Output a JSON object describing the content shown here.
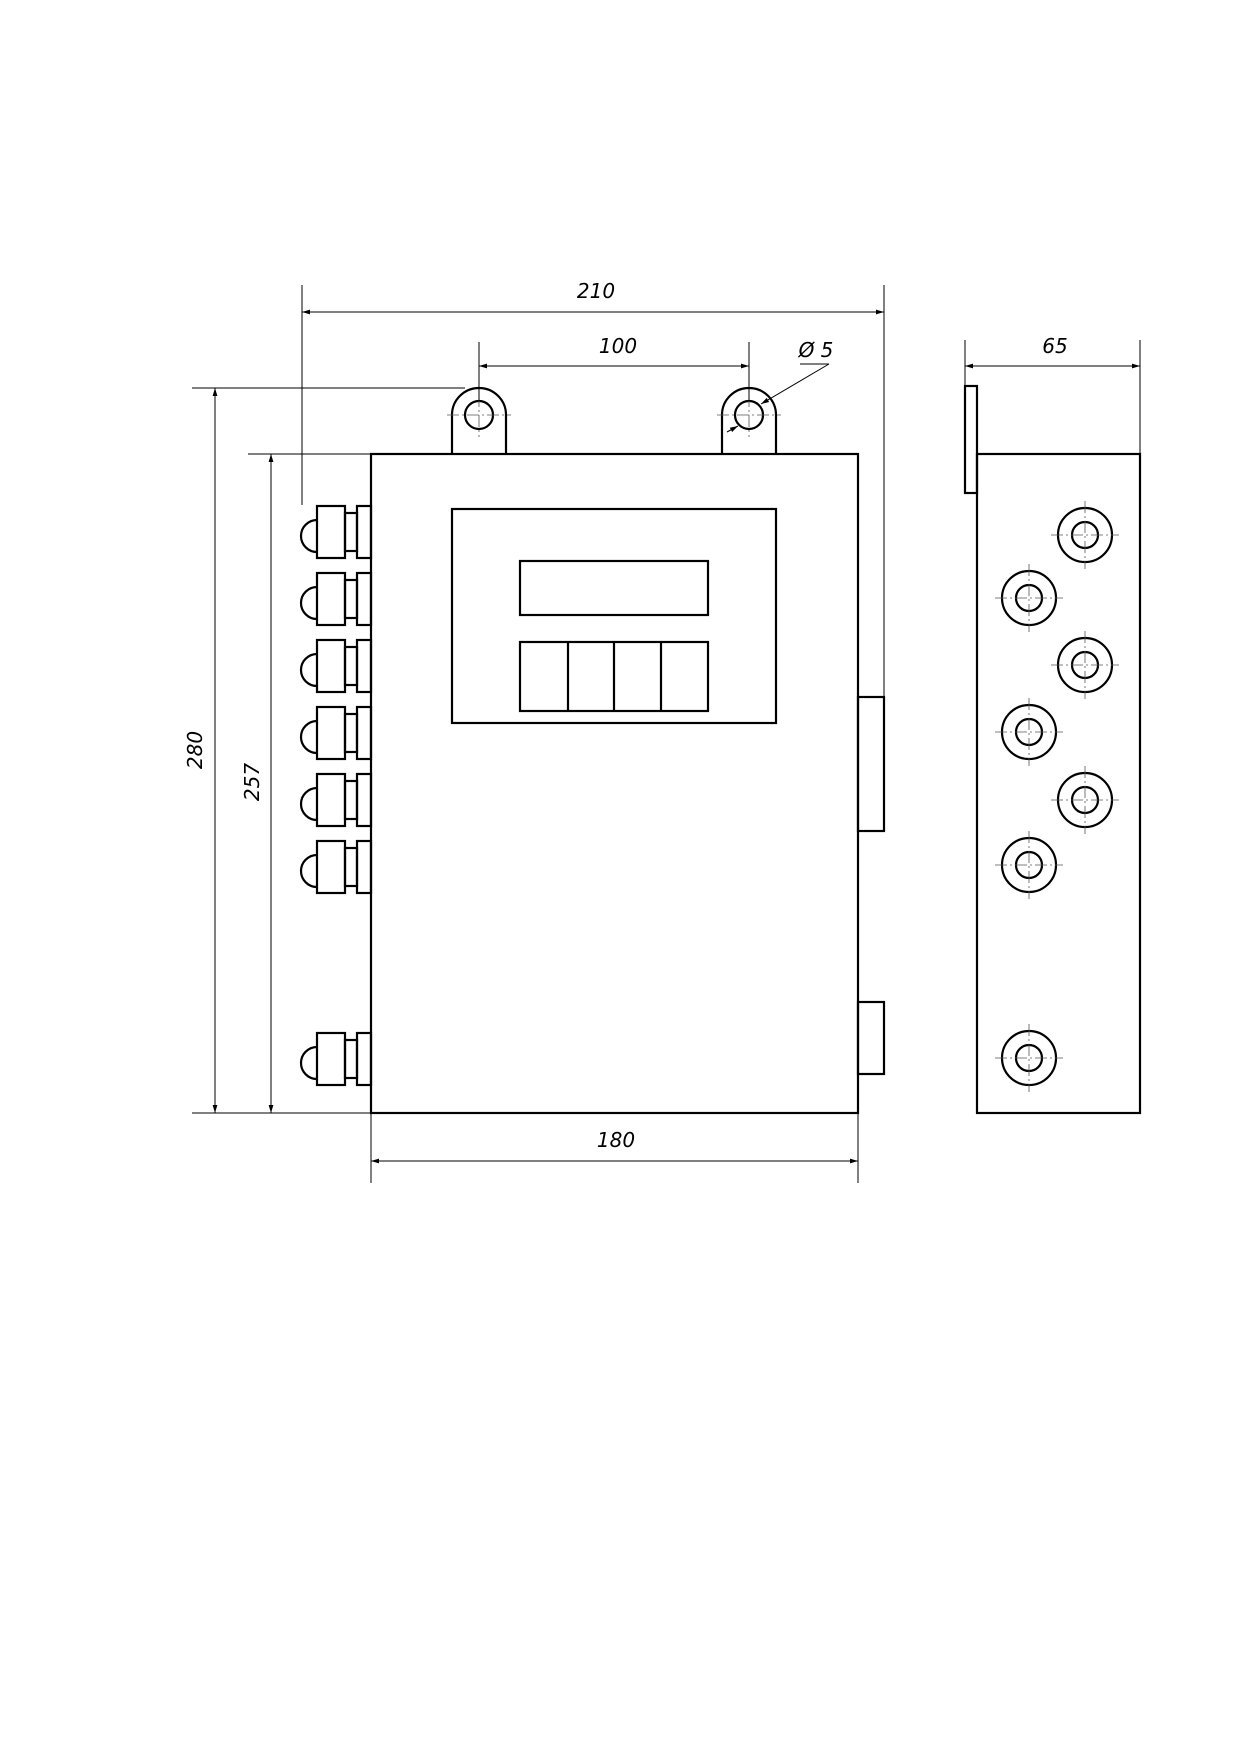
{
  "dimensions": {
    "overall_width": "210",
    "hole_spacing": "100",
    "hole_diameter": "Ø 5",
    "depth": "65",
    "overall_height": "280",
    "body_height": "257",
    "body_width": "180"
  }
}
